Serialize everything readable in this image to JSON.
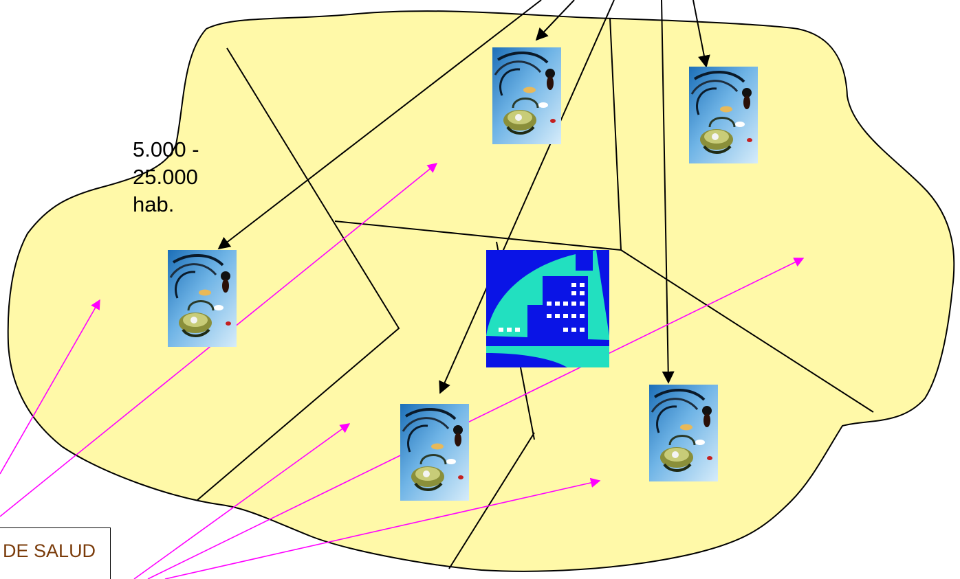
{
  "population_label": [
    "5.000 -",
    "25.000",
    "hab."
  ],
  "zone_label": "A DE SALUD",
  "icons": {
    "health_center": "stethoscope-icon",
    "hospital": "hospital-building-icon"
  },
  "colors": {
    "region_fill": "#fff9a8",
    "pointer_arrows": "#ff00ff",
    "black_arrows": "#000000",
    "hospital_bg": "#0a14e6",
    "hospital_shape": "#22e0c0"
  }
}
